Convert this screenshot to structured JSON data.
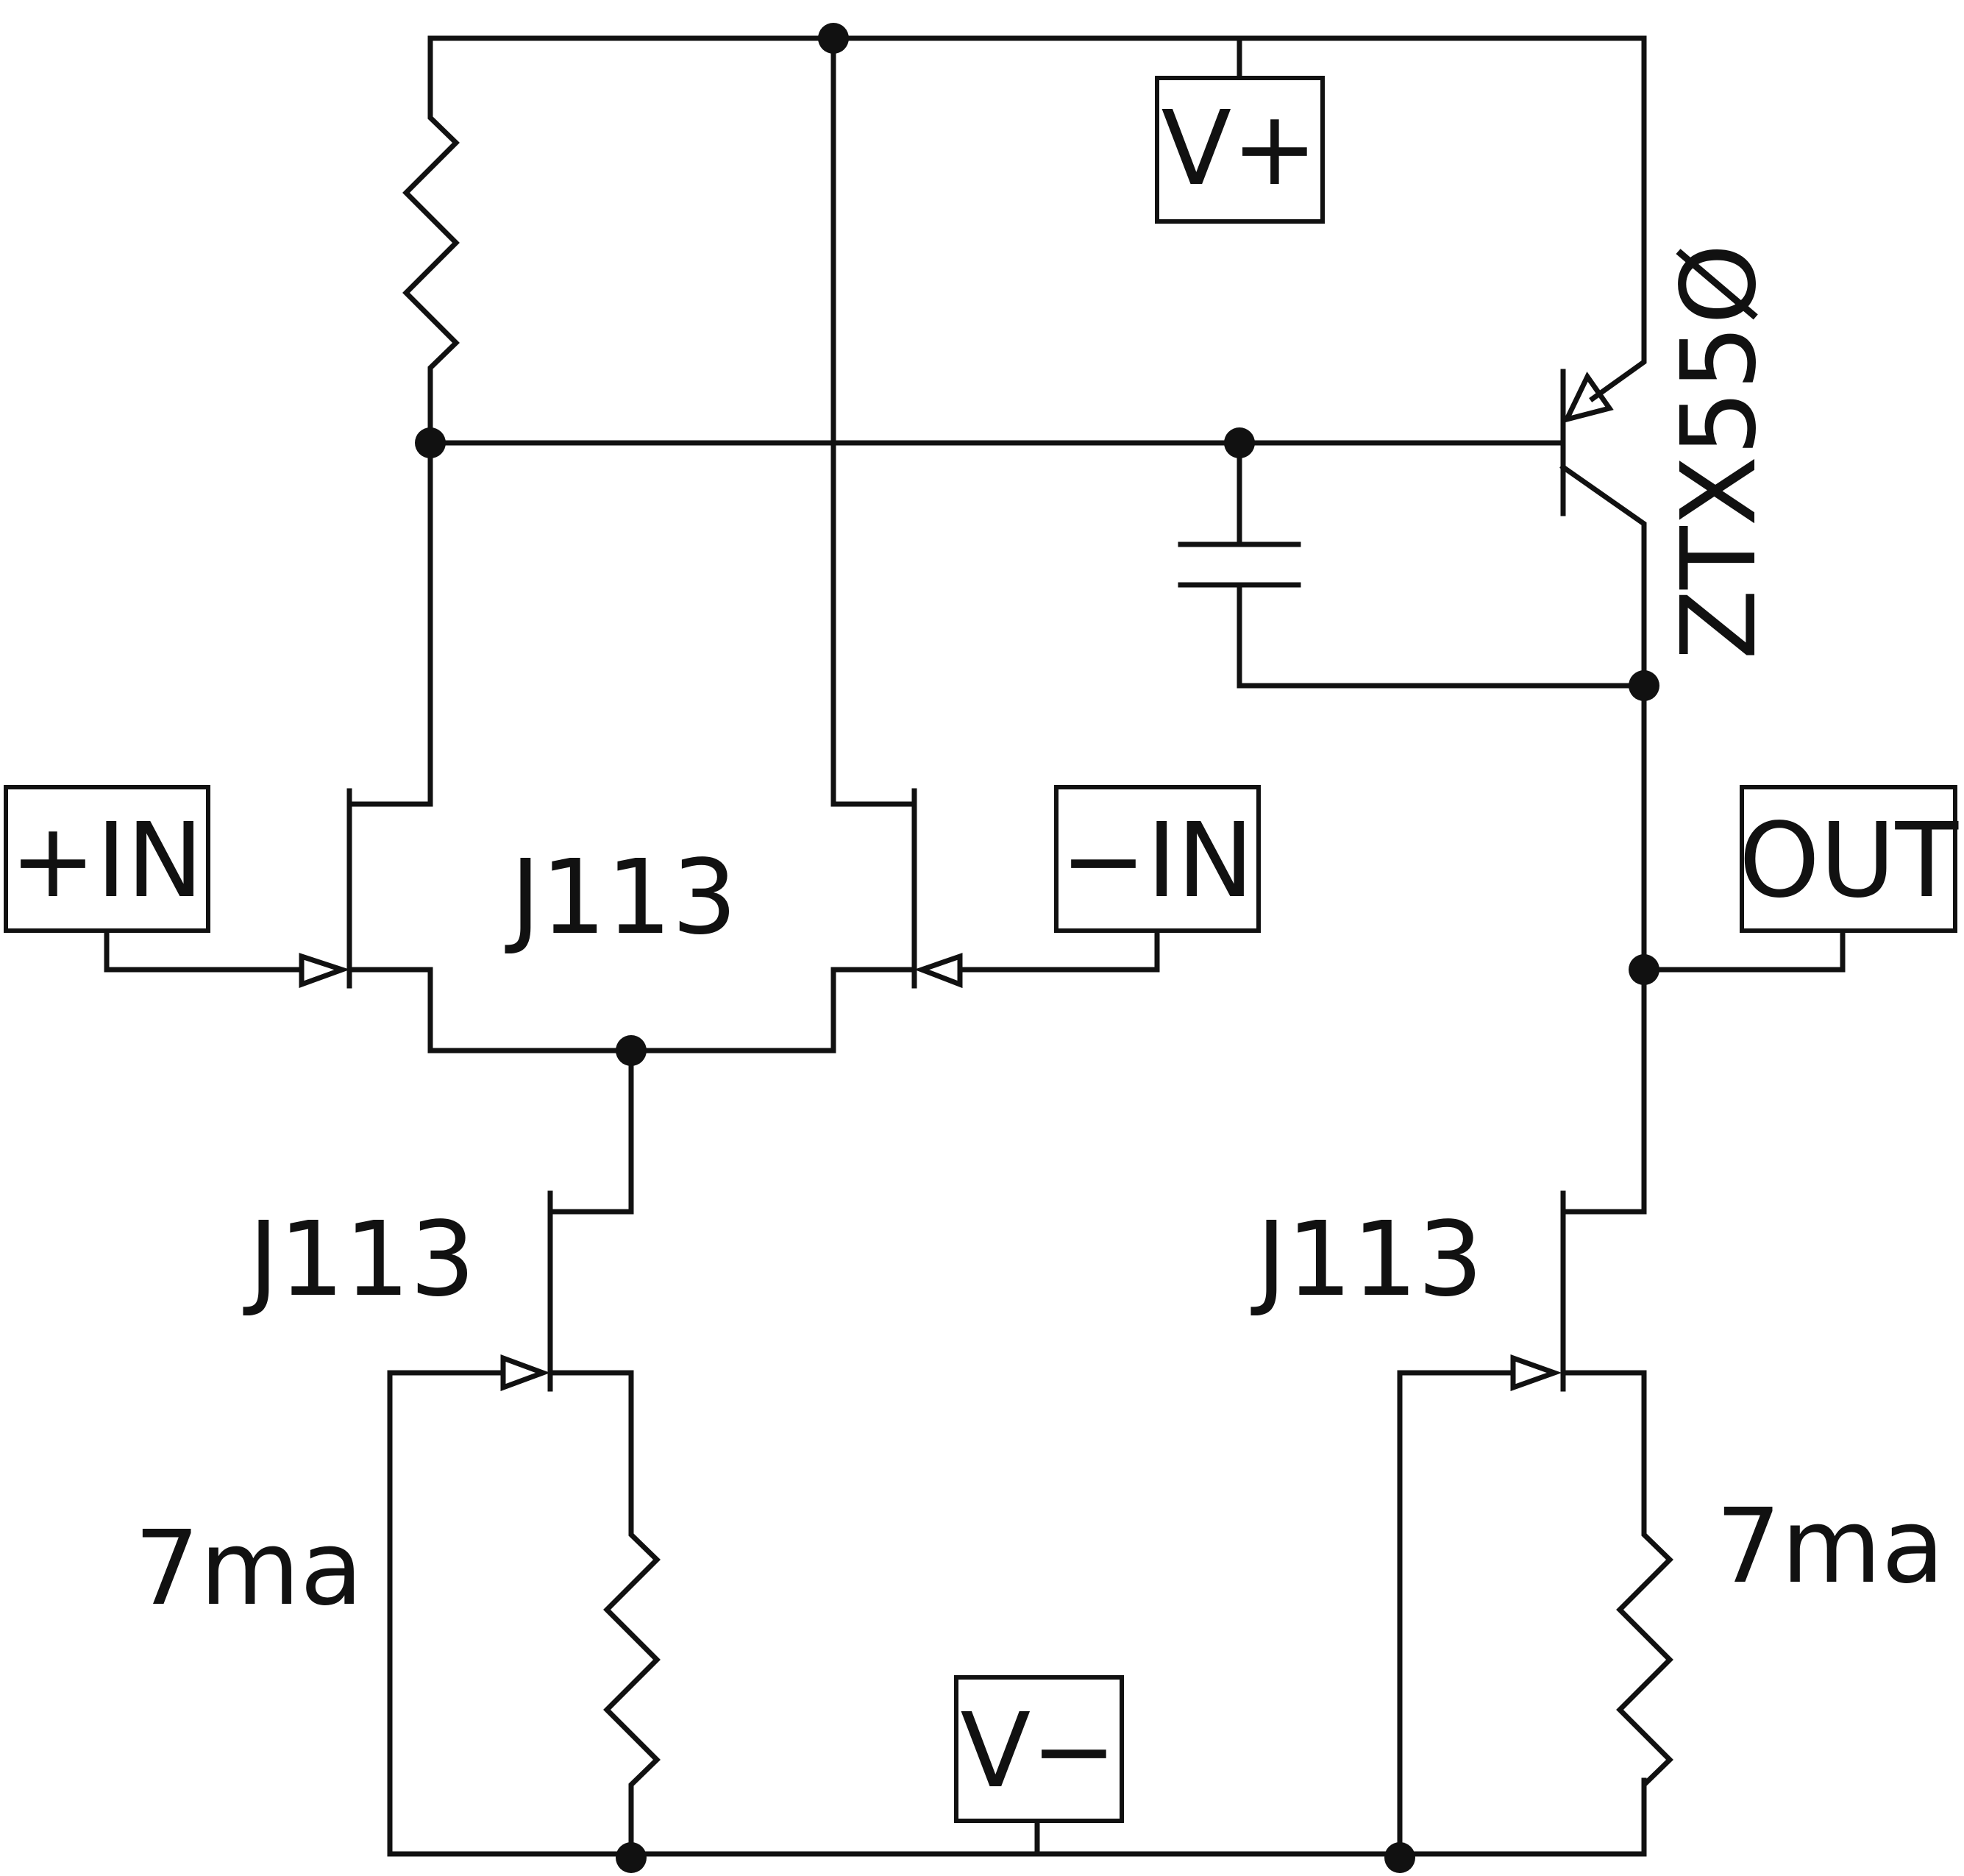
{
  "ports": {
    "vplus": "V+",
    "vminus": "V−",
    "in_plus": "+IN",
    "in_minus": "−IN",
    "out": "OUT"
  },
  "components": {
    "diff_pair_label": "J113",
    "tail_source_label": "J113",
    "output_source_label": "J113",
    "tail_current": "7ma",
    "output_current": "7ma",
    "output_transistor": "ZTX55Ø"
  },
  "colors": {
    "ink": "#111111",
    "background": "#ffffff"
  }
}
